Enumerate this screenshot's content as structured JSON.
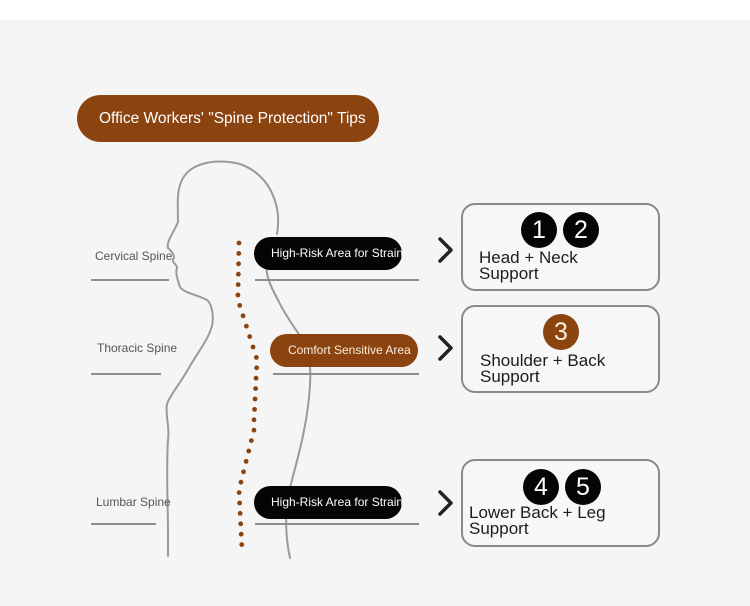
{
  "title": "Office Workers' \"Spine Protection\" Tips",
  "colors": {
    "accent_brown": "#8b430f",
    "dark": "#050505",
    "background": "#f5f5f5",
    "outline_gray": "#8a8a8a"
  },
  "spine_regions": [
    {
      "label": "Cervical Spine",
      "tag": "High-Risk Area for Strain",
      "tag_style": "dark",
      "card": {
        "title_line1": "Head + Neck",
        "title_line2": "Support",
        "badges": [
          "1",
          "2"
        ],
        "badge_style": "dark"
      }
    },
    {
      "label": "Thoracic Spine",
      "tag": "Comfort Sensitive Area",
      "tag_style": "brown",
      "card": {
        "title_line1": "Shoulder + Back",
        "title_line2": "Support",
        "badges": [
          "3"
        ],
        "badge_style": "brown"
      }
    },
    {
      "label": "Lumbar Spine",
      "tag": "High-Risk Area for Strain",
      "tag_style": "dark",
      "card": {
        "title_line1": "Lower Back + Leg",
        "title_line2": "Support",
        "badges": [
          "4",
          "5"
        ],
        "badge_style": "dark"
      }
    }
  ],
  "icons": {
    "arrow": "chevron-right-icon",
    "figure": "human-silhouette-icon",
    "spine": "spine-dots-icon"
  }
}
